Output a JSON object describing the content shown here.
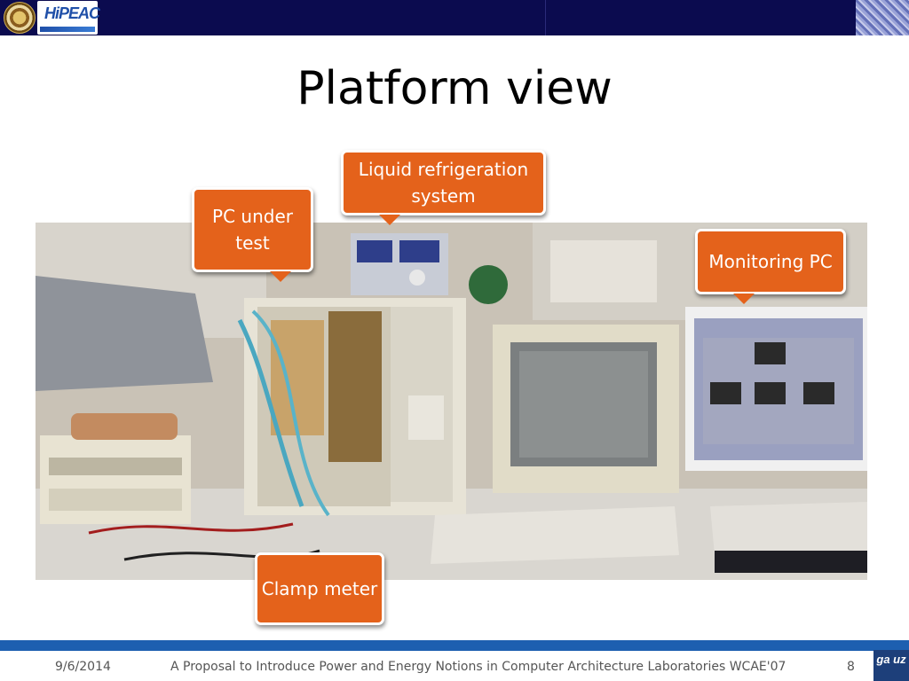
{
  "slide": {
    "title": "Platform view",
    "logo_hipeac": "HiPEAC",
    "callouts": {
      "liquid": "Liquid refrigeration system",
      "pc_under_test": "PC under test",
      "monitoring": "Monitoring PC",
      "clamp": "Clamp meter"
    },
    "footer": {
      "date": "9/6/2014",
      "caption": "A Proposal to Introduce Power and Energy Notions in Computer Architecture Laboratories WCAE'07",
      "page_number": "8",
      "logo_text": "ga uz"
    }
  },
  "colors": {
    "header_bar": "#0b0b4f",
    "callout_fill": "#e4621b",
    "footer_bar": "#1d5fb0"
  }
}
